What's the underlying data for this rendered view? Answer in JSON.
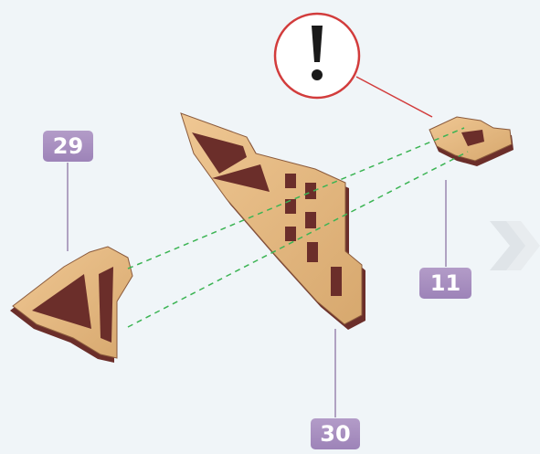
{
  "parts": [
    {
      "id": "29",
      "label": "29"
    },
    {
      "id": "30",
      "label": "30"
    },
    {
      "id": "11",
      "label": "11"
    }
  ],
  "warning": {
    "icon": "exclamation-icon",
    "color": "#d23c3c"
  },
  "colors": {
    "background": "#f0f5f8",
    "wood_face": "#e3b982",
    "wood_edge": "#6b2e2a",
    "badge": "#a48bbd",
    "guide_line": "#3cb454",
    "leader_line": "#9a86b0"
  },
  "navigation": {
    "next_icon": "double-chevron-right-icon"
  }
}
